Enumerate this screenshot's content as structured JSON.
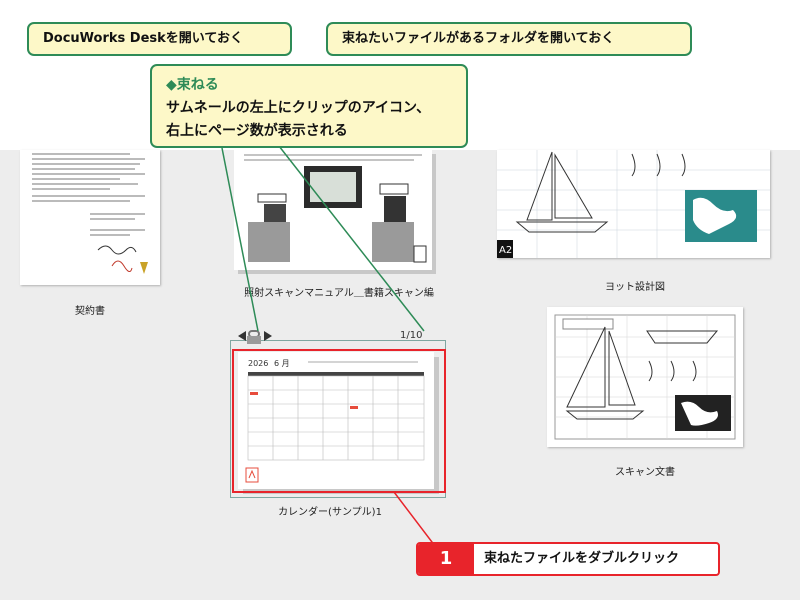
{
  "callouts": {
    "desk": "DocuWorks Deskを開いておく",
    "folder": "束ねたいファイルがあるフォルダを開いておく",
    "bundle_head": "◆束ねる",
    "bundle_line1": "サムネールの左上にクリップのアイコン、",
    "bundle_line2": "右上にページ数が表示される"
  },
  "documents": {
    "contract": {
      "label": "契約書"
    },
    "manual": {
      "label": "照射スキャンマニュアル＿書籍スキャン編"
    },
    "yacht": {
      "label": "ヨット設計図",
      "badge": "A2"
    },
    "calendar": {
      "label": "カレンダー(サンプル)1",
      "page_count": "1/10",
      "year": "2026",
      "month": "6 月"
    },
    "scan": {
      "label": "スキャン文書"
    }
  },
  "step": {
    "number": "1",
    "text": "束ねたファイルをダブルクリック"
  },
  "colors": {
    "accent_green": "#2e8b57",
    "callout_bg": "#fdf8c8",
    "step_red": "#e8242b",
    "workspace_bg": "#ededed"
  },
  "icons": {
    "clip": "paperclip-icon",
    "prev": "triangle-left-icon",
    "next": "triangle-right-icon"
  }
}
